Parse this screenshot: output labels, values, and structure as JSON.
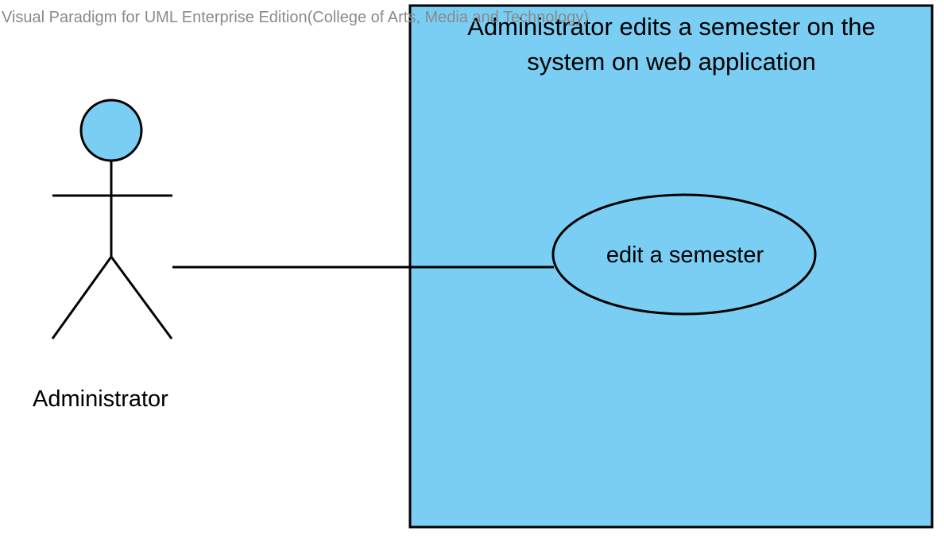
{
  "watermark": "Visual Paradigm for UML Enterprise Edition(College of Arts, Media and Technology)",
  "system": {
    "title_line1": "Administrator edits a semester on the",
    "title_line2": "system on web application",
    "fill_color": "#7ACEF4"
  },
  "actor": {
    "label": "Administrator",
    "head_color": "#7ACEF4"
  },
  "use_case": {
    "label": "edit a semester",
    "fill_color": "#7ACEF4"
  },
  "association": {
    "from": "Administrator",
    "to": "edit a semester"
  }
}
